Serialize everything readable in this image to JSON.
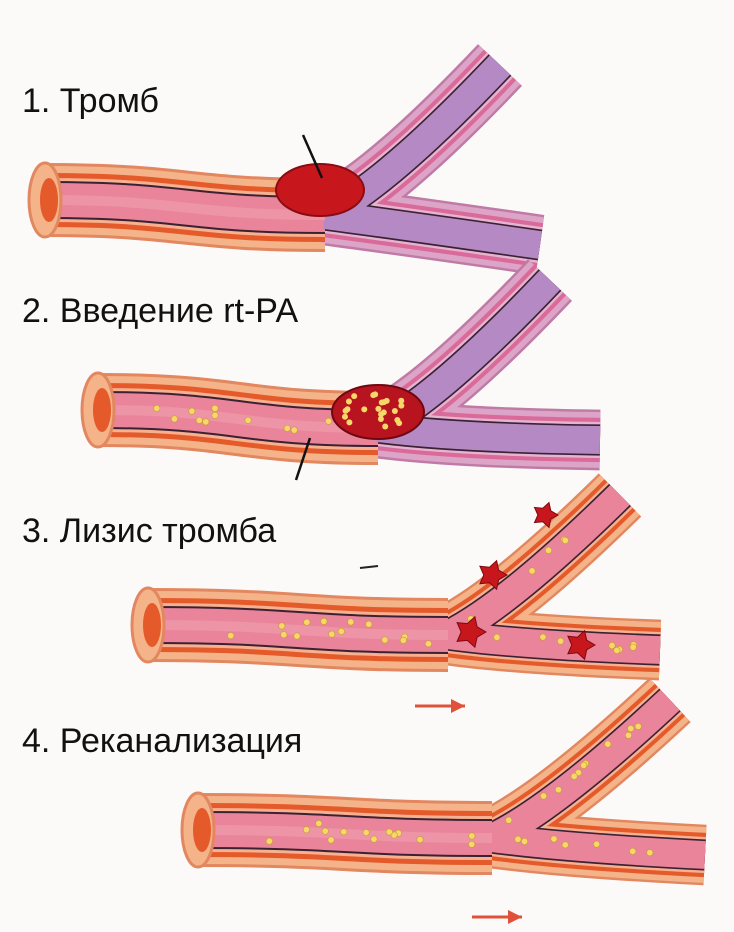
{
  "steps": [
    {
      "label": "1. Тромб",
      "state": "thrombus"
    },
    {
      "label": "2. Введение rt-PA",
      "state": "rt-pa-injection"
    },
    {
      "label": "3. Лизис тромба",
      "state": "thrombus-lysis"
    },
    {
      "label": "4. Реканализация",
      "state": "recanalization"
    }
  ],
  "colors": {
    "outer_wall": "#f4b388",
    "outer_edge": "#e2875f",
    "media": "#e45a2b",
    "lumen": "#e9849a",
    "lumen_highlight": "#f0a3b3",
    "vein_lumen": "#b489c4",
    "wall_line": "#3a2233",
    "thrombus": "#c8161d",
    "particle": "#f7d66a",
    "flow_arrow": "#e0513a"
  },
  "icons": [
    "thrombus-icon",
    "rt-pa-particle-icon",
    "flow-arrow-icon"
  ]
}
